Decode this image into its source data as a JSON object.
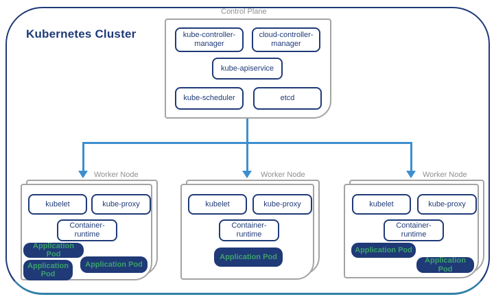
{
  "title": "Kubernetes Cluster",
  "control_plane": {
    "label": "Control Plane",
    "components": [
      "kube-controller-manager",
      "cloud-controller-manager",
      "kube-apiservice",
      "kube-scheduler",
      "etcd"
    ]
  },
  "workers": [
    {
      "label": "Worker Node",
      "components": [
        "kubelet",
        "kube-proxy",
        "Container-runtime"
      ],
      "pods": [
        "Application Pod",
        "Application Pod",
        "Application Pod"
      ]
    },
    {
      "label": "Worker Node",
      "components": [
        "kubelet",
        "kube-proxy",
        "Container-runtime"
      ],
      "pods": [
        "Application Pod"
      ]
    },
    {
      "label": "Worker Node",
      "components": [
        "kubelet",
        "kube-proxy",
        "Container-runtime"
      ],
      "pods": [
        "Application Pod",
        "Application Pod"
      ]
    }
  ],
  "colors": {
    "navy": "#1f3a77",
    "arrow_blue": "#3d8ecf",
    "pod_text_green": "#3ca26b",
    "label_gray": "#8f8f8f",
    "page_border_gray": "#a3a3a3",
    "bottom_border_teal": "#2f7fa8"
  }
}
